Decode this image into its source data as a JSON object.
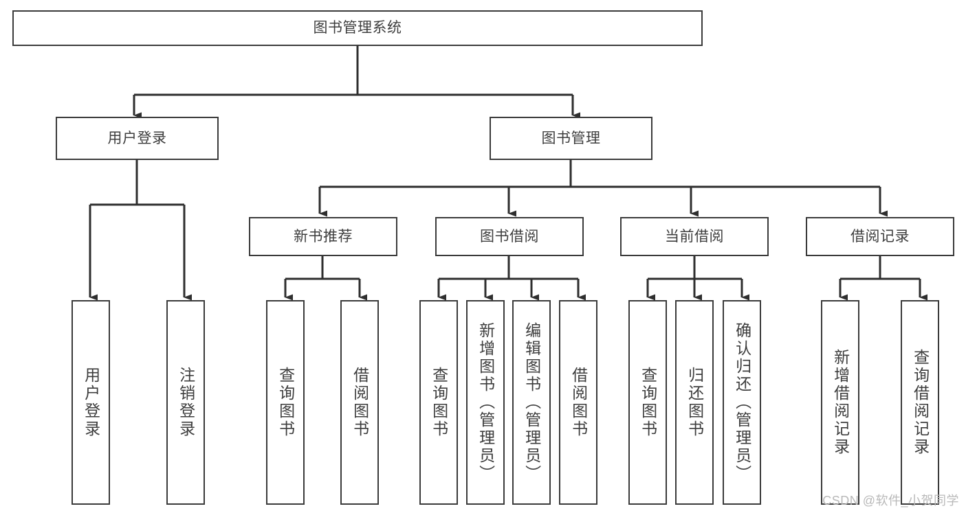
{
  "diagram": {
    "title": "图书管理系统",
    "type": "hierarchy-tree",
    "line_color": "#3a3a3a",
    "text_color": "#3d3d3d",
    "background": "#ffffff",
    "root": {
      "id": "root",
      "label": "图书管理系统"
    },
    "level2": [
      {
        "id": "user-login",
        "label": "用户登录"
      },
      {
        "id": "book-manage",
        "label": "图书管理"
      }
    ],
    "level3": [
      {
        "id": "new-book-rec",
        "label": "新书推荐",
        "parent": "book-manage"
      },
      {
        "id": "book-borrow",
        "label": "图书借阅",
        "parent": "book-manage"
      },
      {
        "id": "current-borrow",
        "label": "当前借阅",
        "parent": "book-manage"
      },
      {
        "id": "borrow-record",
        "label": "借阅记录",
        "parent": "book-manage"
      }
    ],
    "leaves": [
      {
        "id": "leaf-user-login",
        "label": "用户登录",
        "parent": "user-login"
      },
      {
        "id": "leaf-user-logout",
        "label": "注销登录",
        "parent": "user-login"
      },
      {
        "id": "leaf-query-book-1",
        "label": "查询图书",
        "parent": "new-book-rec"
      },
      {
        "id": "leaf-borrow-book-1",
        "label": "借阅图书",
        "parent": "new-book-rec"
      },
      {
        "id": "leaf-query-book-2",
        "label": "查询图书",
        "parent": "book-borrow"
      },
      {
        "id": "leaf-add-book",
        "label": "新增图书（管理员）",
        "parent": "book-borrow"
      },
      {
        "id": "leaf-edit-book",
        "label": "编辑图书（管理员）",
        "parent": "book-borrow"
      },
      {
        "id": "leaf-borrow-book-2",
        "label": "借阅图书",
        "parent": "book-borrow"
      },
      {
        "id": "leaf-query-book-3",
        "label": "查询图书",
        "parent": "current-borrow"
      },
      {
        "id": "leaf-return-book",
        "label": "归还图书",
        "parent": "current-borrow"
      },
      {
        "id": "leaf-confirm-return",
        "label": "确认归还（管理员）",
        "parent": "current-borrow"
      },
      {
        "id": "leaf-add-record",
        "label": "新增借阅记录",
        "parent": "borrow-record"
      },
      {
        "id": "leaf-query-record",
        "label": "查询借阅记录",
        "parent": "borrow-record"
      }
    ]
  },
  "watermark": {
    "text": "CSDN @软件_小贺同学"
  }
}
